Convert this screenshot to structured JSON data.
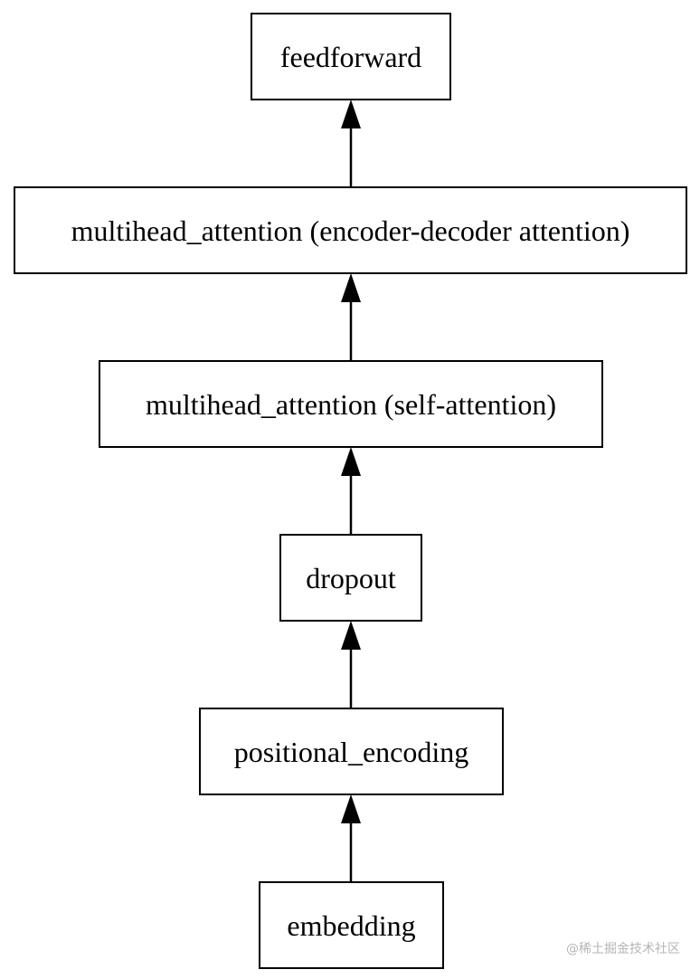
{
  "diagram": {
    "nodes": [
      {
        "id": "feedforward",
        "label": "feedforward"
      },
      {
        "id": "mha_encdec",
        "label": "multihead_attention (encoder-decoder attention)"
      },
      {
        "id": "mha_self",
        "label": "multihead_attention (self-attention)"
      },
      {
        "id": "dropout",
        "label": "dropout"
      },
      {
        "id": "positional_encoding",
        "label": "positional_encoding"
      },
      {
        "id": "embedding",
        "label": "embedding"
      }
    ],
    "edges": [
      {
        "from": "embedding",
        "to": "positional_encoding"
      },
      {
        "from": "positional_encoding",
        "to": "dropout"
      },
      {
        "from": "dropout",
        "to": "mha_self"
      },
      {
        "from": "mha_self",
        "to": "mha_encdec"
      },
      {
        "from": "mha_encdec",
        "to": "feedforward"
      }
    ],
    "colors": {
      "stroke": "#000000",
      "background": "#ffffff",
      "watermark": "#b5b5b5"
    }
  },
  "watermark": {
    "text": "@稀土掘金技术社区"
  }
}
